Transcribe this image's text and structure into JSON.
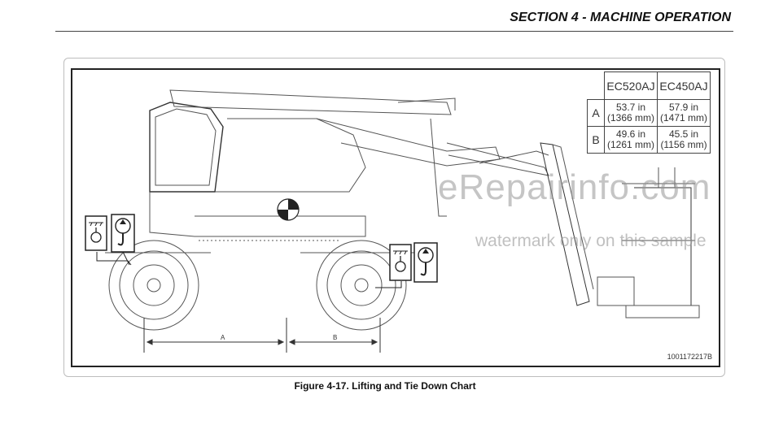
{
  "header": {
    "section_title": "SECTION 4 - MACHINE OPERATION"
  },
  "figure": {
    "caption": "Figure 4-17. Lifting and Tie Down Chart",
    "part_number": "1001172217B",
    "dimension_labels": {
      "a": "A",
      "b": "B"
    }
  },
  "spec_table": {
    "columns": [
      "EC520AJ",
      "EC450AJ"
    ],
    "rows": [
      {
        "label": "A",
        "values": [
          [
            "53.7 in",
            "(1366 mm)"
          ],
          [
            "57.9 in",
            "(1471 mm)"
          ]
        ]
      },
      {
        "label": "B",
        "values": [
          [
            "49.6 in",
            "(1261 mm)"
          ],
          [
            "45.5 in",
            "(1156 mm)"
          ]
        ]
      }
    ]
  },
  "watermark": {
    "main": "eRepairinfo.com",
    "sub": "watermark only on this sample"
  },
  "icons": [
    "tie-down-icon",
    "lifting-hook-icon",
    "center-of-gravity-icon"
  ]
}
